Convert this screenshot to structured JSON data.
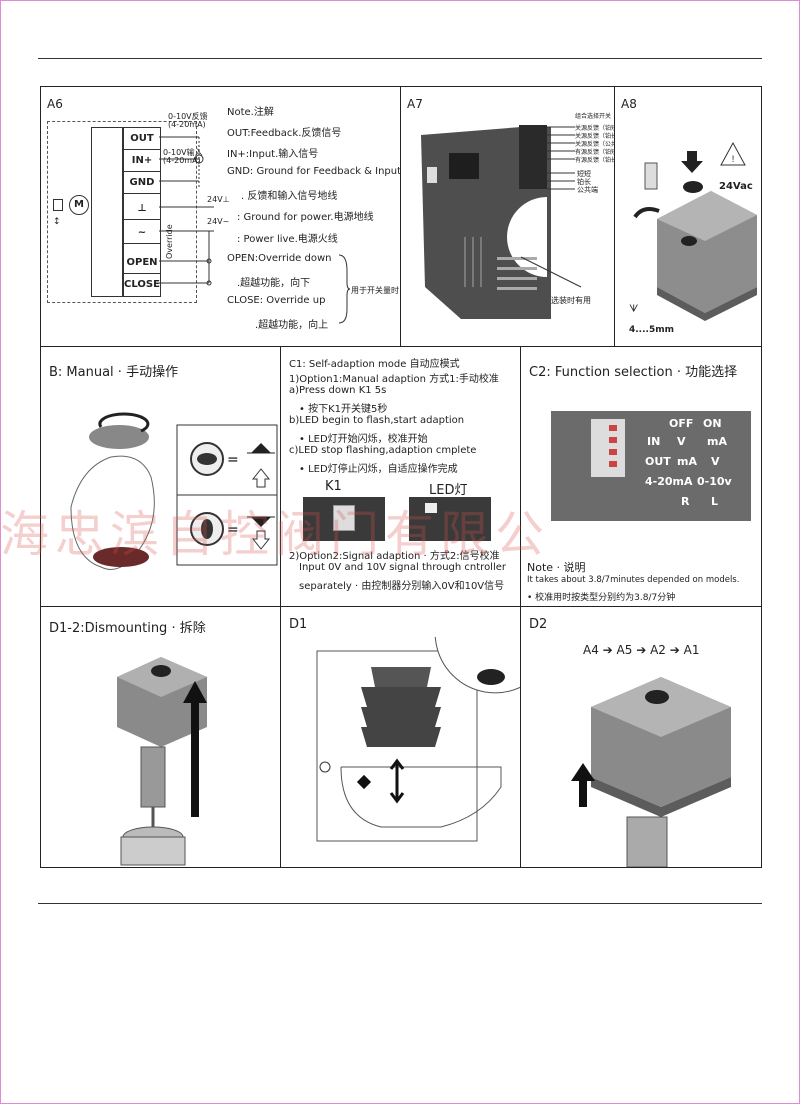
{
  "panels": {
    "a6": {
      "label": "A6",
      "terminals": [
        "OUT",
        "IN+",
        "GND",
        "⊥",
        "~",
        "OPEN",
        "CLOSE"
      ],
      "wire_labels": {
        "out_range": "0-10V反馈",
        "out_range_ma": "(4-20mA)",
        "in_range": "0-10V输入",
        "in_range_ma": "(4-20mA)",
        "v24dc": "24V⊥",
        "v24ac": "24V~",
        "override": "Override",
        "motor": "M"
      },
      "notes": [
        "Note.注解",
        "OUT:Feedback.反馈信号",
        "IN+:Input.输入信号",
        "GND: Ground for Feedback & Input",
        ". 反馈和输入信号地线",
        ": Ground for power.电源地线",
        ": Power live.电源火线",
        "OPEN:Override down",
        ".超越功能，向下",
        "CLOSE: Override up",
        ".超越功能，向上"
      ],
      "brace_note": "用于开关量时"
    },
    "a7": {
      "label": "A7",
      "legend_title": "组合选择开关",
      "legend_items": [
        "关源反馈（铂短）",
        "关源反馈（铂长）",
        "关源反馈（公共）",
        "有源反馈（铂短）",
        "有源反馈（铂长）"
      ],
      "side_labels": [
        "短短",
        "铂长",
        "公共端"
      ],
      "note": "选装时有用"
    },
    "a8": {
      "label": "A8",
      "voltage": "24Vac",
      "size": "4....5mm"
    },
    "b": {
      "title": "B: Manual · 手动操作"
    },
    "c1": {
      "lines": [
        "C1: Self-adaption mode  自动应模式",
        "1)Option1:Manual adaption  方式1:手动校准",
        "a)Press down K1 5s",
        "• 按下K1开关键5秒",
        "b)LED begin to flash,start adaption",
        "• LED灯开始闪烁，校准开始",
        "c)LED stop flashing,adaption cmplete",
        "• LED灯停止闪烁，自适应操作完成"
      ],
      "photo_labels": [
        "K1",
        "LED灯"
      ],
      "option2": [
        "2)Option2:Signal adaption · 方式2:信号校准",
        "Input 0V and 10V signal through cntroller",
        "separately · 由控制器分别输入0V和10V信号"
      ]
    },
    "c2": {
      "title": "C2: Function selection · 功能选择",
      "switch_header": [
        "OFF",
        "ON"
      ],
      "rows": [
        [
          "IN",
          "V",
          "mA"
        ],
        [
          "OUT",
          "mA",
          "V"
        ],
        [
          "4-20mA",
          "0-10v"
        ],
        [
          "R",
          "L"
        ]
      ],
      "note_title": "Note · 说明",
      "note_en": "It takes about 3.8/7minutes depended on models.",
      "note_cn": "• 校准用时按类型分别约为3.8/7分钟"
    },
    "d12": {
      "title": "D1-2:Dismounting · 拆除"
    },
    "d1": {
      "title": "D1"
    },
    "d2": {
      "title": "D2",
      "sequence": [
        "A4",
        "A5",
        "A2",
        "A1"
      ]
    }
  },
  "watermark": "海忠滨自控阀门有限公",
  "colors": {
    "frame": "#e38ad0",
    "watermark": "#dc5050"
  }
}
